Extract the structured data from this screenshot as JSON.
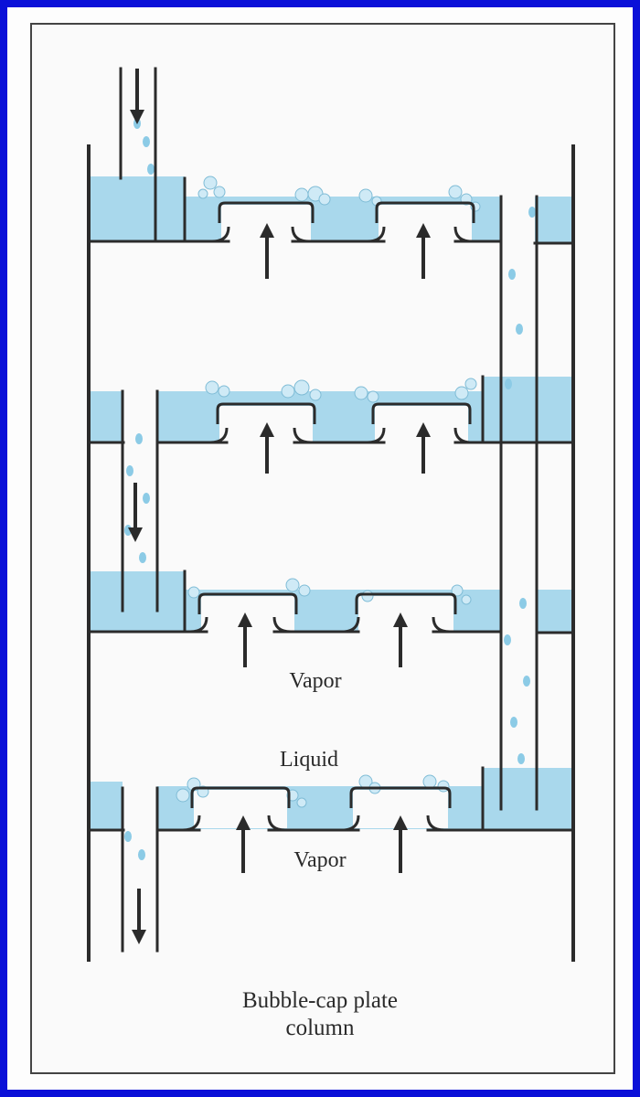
{
  "diagram": {
    "labels": {
      "vapor_upper": "Vapor",
      "liquid": "Liquid",
      "vapor_lower": "Vapor"
    },
    "caption": {
      "line1": "Bubble-cap plate",
      "line2": "column"
    },
    "colors": {
      "frame": "#0a10d8",
      "liquid": "#a9d8ec",
      "line": "#2b2b2b",
      "bubble": "#cfeaf6"
    }
  }
}
